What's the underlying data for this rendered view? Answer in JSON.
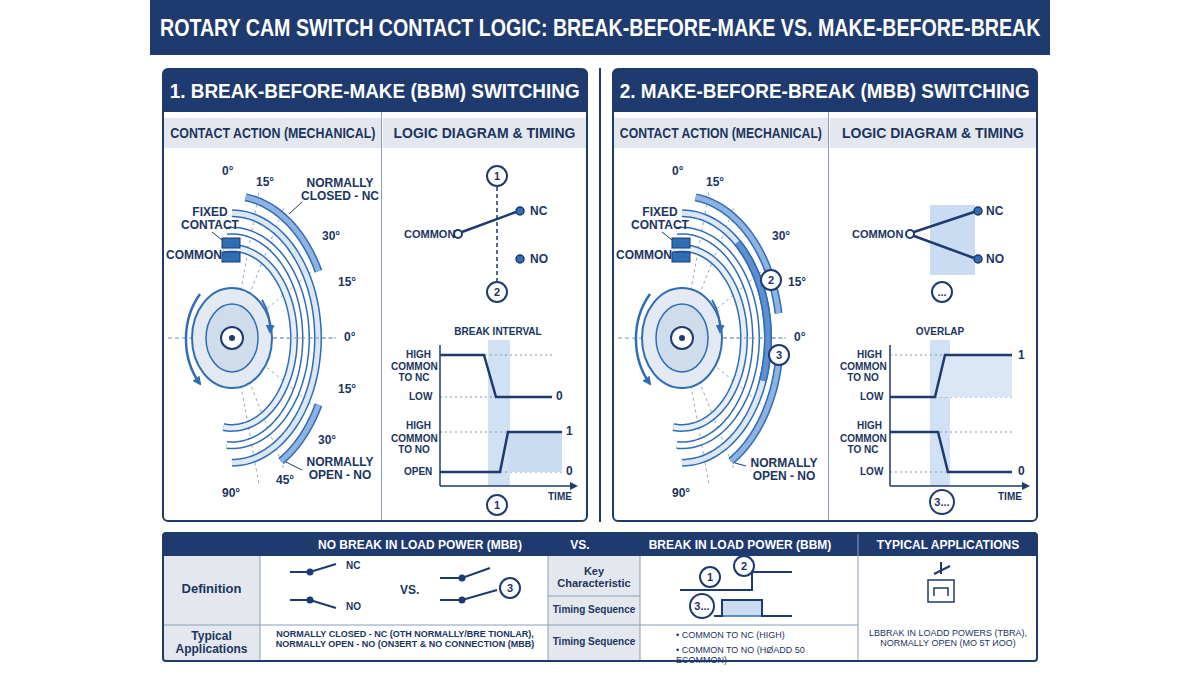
{
  "diagram": {
    "title": "ROTARY CAM SWITCH CONTACT LOGIC: BREAK-BEFORE-MAKE VS. MAKE-BEFORE-BREAK",
    "nodes": [
      {
        "text": [
          "1. BREAK-BEFORE-MAKE (BBM) SWITCHING"
        ]
      },
      {
        "text": [
          "CONTACT ACTION (MECHANICAL)"
        ],
        "in": 0
      },
      {
        "text": [
          "LOGIC DIAGRAM & TIMING"
        ],
        "in": 0
      },
      {
        "text": [
          "2. MAKE-BEFORE-BREAK (MBB) SWITCHING"
        ]
      },
      {
        "text": [
          "CONTACT ACTION (MECHANICAL)"
        ],
        "in": 3
      },
      {
        "text": [
          "LOGIC DIAGRAM & TIMING"
        ],
        "in": 3
      },
      {
        "text": [
          "NO BREAK IN LOAD POWER (MBB)",
          "VS.",
          "BREAK IN LOAD POWER (BBM)",
          "TYPICAL APPLICATIONS"
        ]
      },
      {
        "text": [
          "1"
        ],
        "in": 2
      },
      {
        "text": [
          "2"
        ],
        "in": 2
      },
      {
        "text": [
          "1"
        ],
        "in": 2
      },
      {
        "text": [
          "2"
        ],
        "in": 4
      },
      {
        "text": [
          "3"
        ],
        "in": 4
      },
      {
        "text": [
          "..."
        ],
        "in": 5
      },
      {
        "text": [
          "3..."
        ],
        "in": 5
      },
      {
        "text": [
          "3"
        ],
        "in": 6
      },
      {
        "text": [
          "1"
        ],
        "in": 6
      },
      {
        "text": [
          "2"
        ],
        "in": 6
      },
      {
        "text": [
          "3..."
        ],
        "in": 6
      }
    ],
    "edges": [
      {
        "from": 7,
        "to": 8,
        "arrow": "none"
      }
    ],
    "labels": [
      "0°",
      "15°",
      "NORMALLY CLOSED - NC",
      "FIXED CONTACT",
      "COMMON",
      "30°",
      "15°",
      "0°",
      "15°",
      "30°",
      "NORMALLY OPEN - NO",
      "45°",
      "90°",
      "COMMON",
      "NC",
      "NO",
      "BREAK INTERVAL",
      "HIGH",
      "COMMON TO NC",
      "LOW",
      "0",
      "HIGH",
      "COMMON TO NO",
      "OPEN",
      "1",
      "0",
      "TIME",
      "0°",
      "15°",
      "FIXED CONTACT",
      "COMMON",
      "30°",
      "15°",
      "0°",
      "NORMALLY OPEN - NO",
      "90°",
      "COMMON",
      "NC",
      "NO",
      "OVERLAP",
      "HIGH",
      "COMMON TO NO",
      "LOW",
      "1",
      "HIGH",
      "COMMON TO NC",
      "LOW",
      "0",
      "TIME",
      "Definition",
      "NC",
      "NO",
      "VS.",
      "Key Characteristic",
      "Timing Sequence",
      "Typical Applications",
      "NORMALLY CLOSED - NC (OTH NORMALLY/BRE TIONLAR), NORMALLY OPEN - NO (ON3ERT & NO CONNECTION (MBB)",
      "Timing Sequence",
      "• COMMON TO NC (HIGH)",
      "• COMMON TO NO (HØADD 50 ECOMMON)",
      "LBBRAK IN LOADD POWERS (TBRA), NORMALLY OPEN (MO 5T ИOO)"
    ]
  }
}
